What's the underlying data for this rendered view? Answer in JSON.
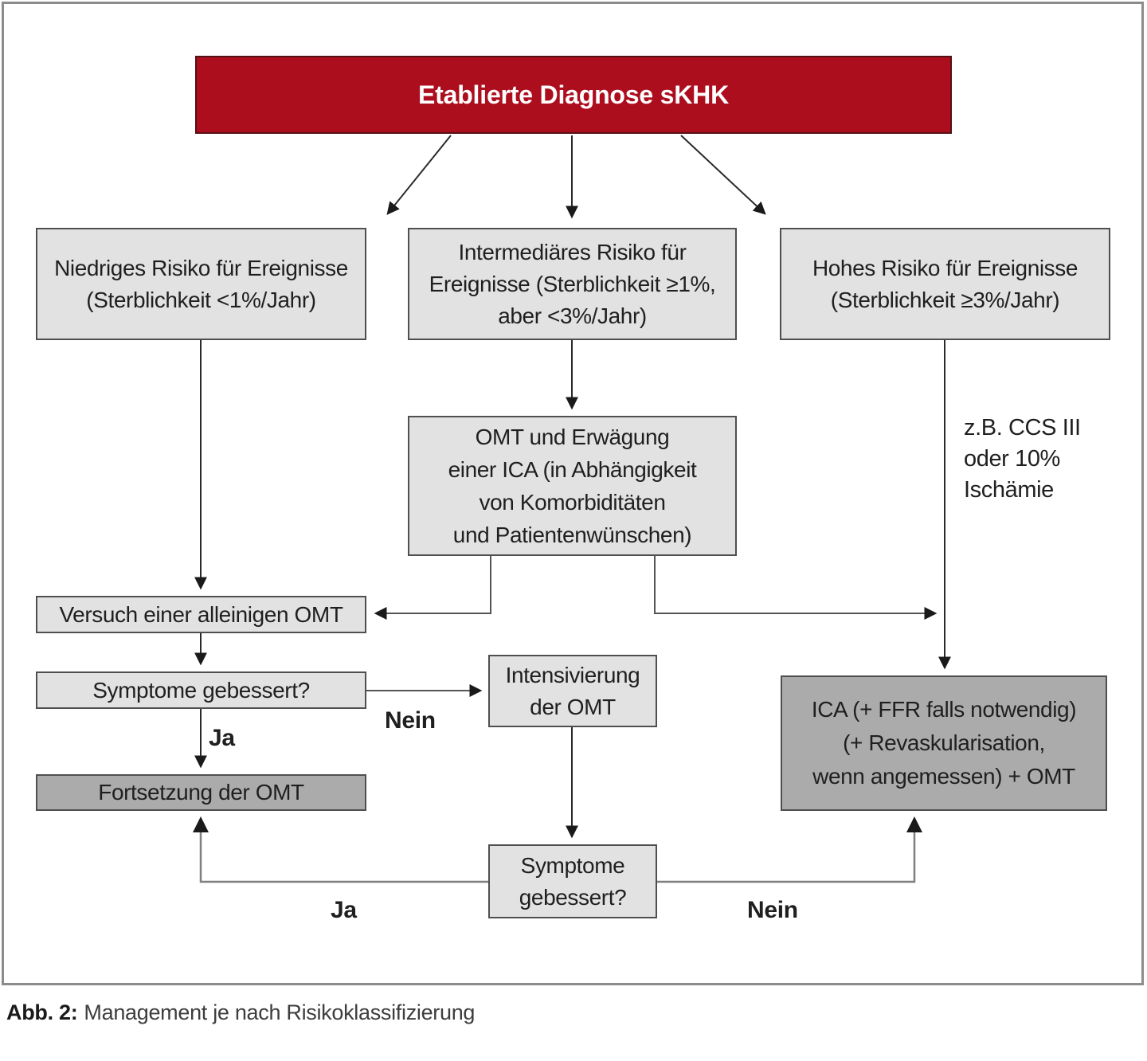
{
  "diagram": {
    "title_box": "Etablierte Diagnose sKHK",
    "nodes": {
      "low_risk": "Niedriges Risiko für Ereignisse\n(Sterblichkeit <1%/Jahr)",
      "intermediate_risk": "Intermediäres Risiko für\nEreignisse (Sterblichkeit ≥1%,\naber <3%/Jahr)",
      "high_risk": "Hohes Risiko für Ereignisse\n(Sterblichkeit ≥3%/Jahr)",
      "omt_ica_consideration": "OMT und Erwägung\neiner ICA (in Abhängigkeit\nvon Komorbiditäten\nund Patientenwünschen)",
      "omt_alone_trial": "Versuch einer alleinigen OMT",
      "symptoms_improved_1": "Symptome gebessert?",
      "continue_omt": "Fortsetzung der OMT",
      "intensify_omt": "Intensivierung\nder OMT",
      "ica_revascularisation": "ICA (+ FFR falls notwendig)\n(+ Revaskularisation,\nwenn angemessen) + OMT",
      "symptoms_improved_2": "Symptome\ngebessert?"
    },
    "side_note": "z.B. CCS III\noder 10%\nIschämie",
    "edge_labels": {
      "nein_top": "Nein",
      "ja_top": "Ja",
      "ja_bottom": "Ja",
      "nein_bottom": "Nein"
    },
    "caption": {
      "prefix": "Abb. 2:",
      "text": "Management je nach Risikoklassifizierung"
    },
    "colors": {
      "accent_red": "#ad0e1e",
      "box_light_gray": "#e2e2e2",
      "box_dark_gray": "#ababab",
      "frame_gray": "#8c8c8c",
      "line_dark": "#2a2a2a",
      "line_gray": "#7f7f7f"
    }
  }
}
